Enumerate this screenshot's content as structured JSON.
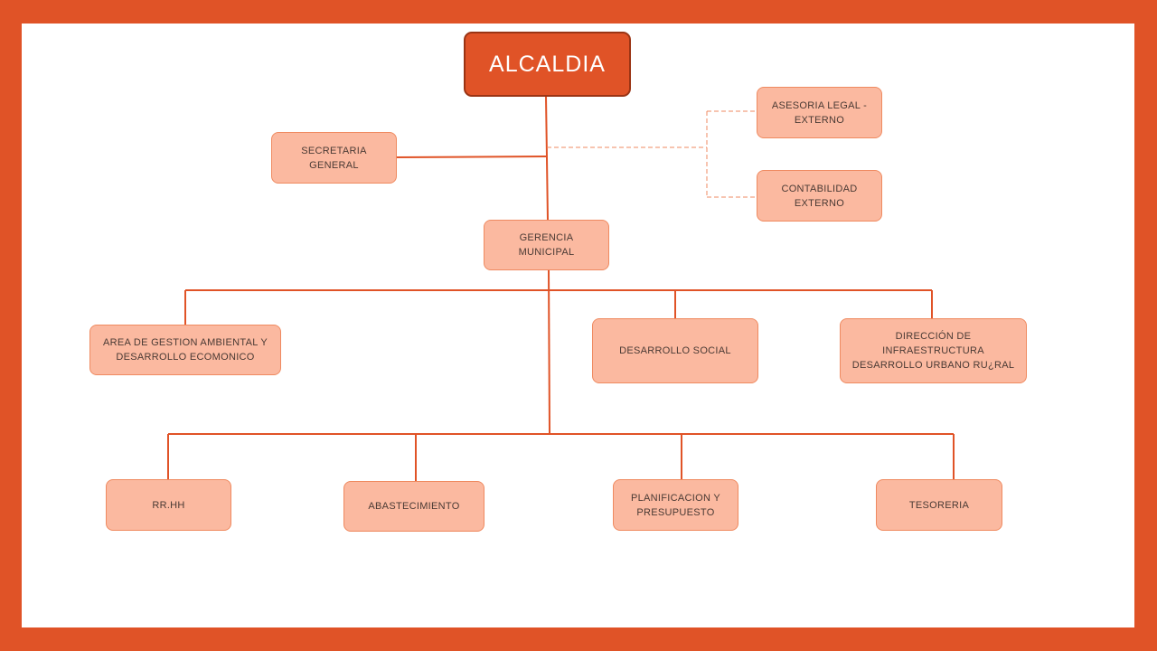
{
  "org_chart": {
    "root": "ALCALDIA",
    "secretaria": "SECRETARIA GENERAL",
    "advisors": [
      "ASESORIA LEGAL - EXTERNO",
      "CONTABILIDAD EXTERNO"
    ],
    "gerencia": "GERENCIA MUNICIPAL",
    "level1": [
      "AREA DE GESTION AMBIENTAL Y DESARROLLO ECOMONICO",
      "DESARROLLO SOCIAL",
      "DIRECCIÓN DE INFRAESTRUCTURA DESARROLLO URBANO RU¿RAL"
    ],
    "level2": [
      "RR.HH",
      "ABASTECIMIENTO",
      "PLANIFICACION  Y PRESUPUESTO",
      "TESORERIA"
    ]
  },
  "colors": {
    "frame": "#e05327",
    "node_fill": "#fbb9a0",
    "node_border": "#ef8a60",
    "root_fill": "#e05327",
    "line": "#e05327"
  }
}
